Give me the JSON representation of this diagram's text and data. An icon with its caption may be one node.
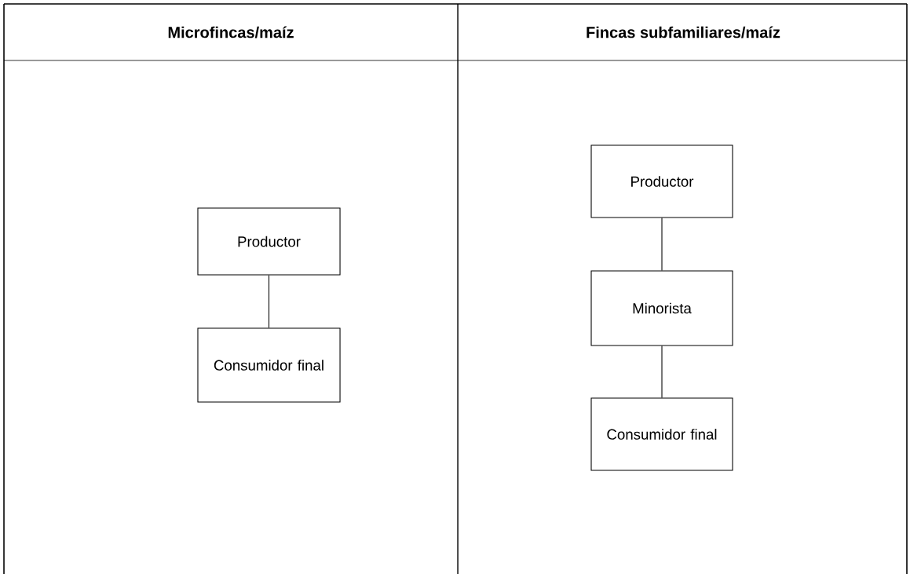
{
  "diagram": {
    "nodes": [
      {
        "text": [
          "Productor"
        ]
      },
      {
        "text": [
          "Consumidor final"
        ]
      },
      {
        "text": [
          "Productor"
        ]
      },
      {
        "text": [
          "Minorista"
        ]
      },
      {
        "text": [
          "Consumidor final"
        ]
      }
    ],
    "edges": [
      {
        "from": 0,
        "to": 1,
        "arrow": "none"
      },
      {
        "from": 2,
        "to": 3,
        "arrow": "none"
      },
      {
        "from": 3,
        "to": 4,
        "arrow": "none"
      }
    ],
    "labels": [
      "Microfincas/maíz",
      "Fincas subfamiliares/maíz"
    ]
  }
}
